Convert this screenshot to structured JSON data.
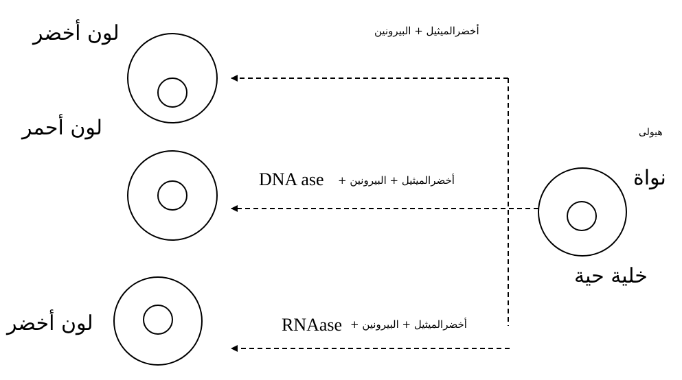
{
  "colors": {
    "ink": "#000000",
    "background": "#ffffff"
  },
  "labels": {
    "top_result": "لون أخضر",
    "middle_result": "لون أحمر",
    "bottom_result": "لون أخضر",
    "top_reagent": "أخضرالميثيل + البيرونين",
    "middle_reagent_arabic": "أخضرالميثيل + البيرونين +",
    "middle_reagent_enzyme": "DNA ase",
    "bottom_reagent_arabic": "أخضرالميثيل + البيرونين +",
    "bottom_reagent_enzyme": "RNAase",
    "cytoplasm": "هيولى",
    "nucleus": "نواة",
    "living_cell": "خلية حية"
  }
}
